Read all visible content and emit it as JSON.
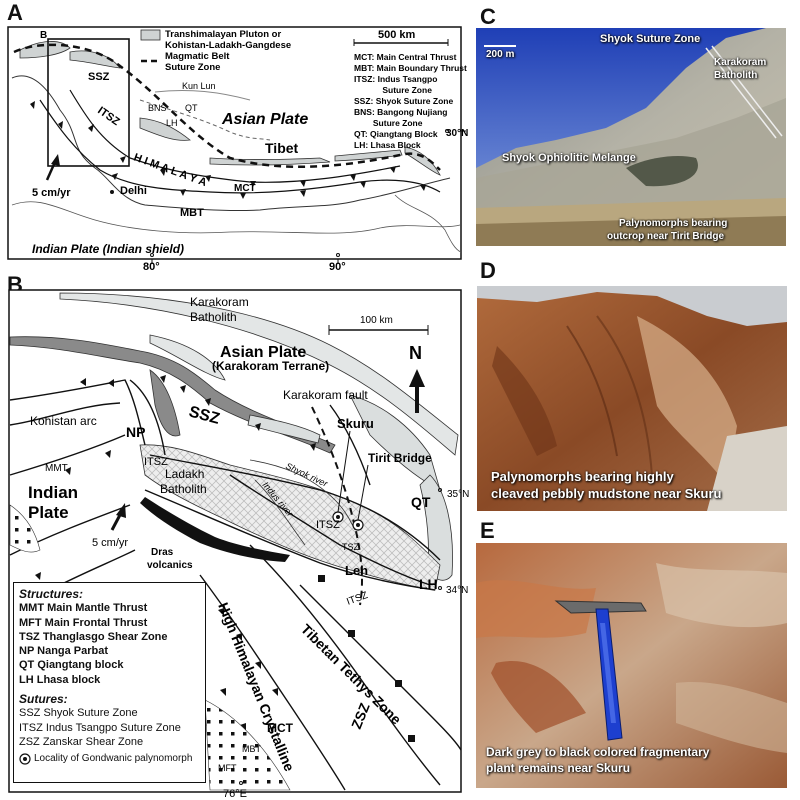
{
  "panels": {
    "a": "A",
    "b": "B",
    "c": "C",
    "d": "D",
    "e": "E"
  },
  "map_a": {
    "legend_belt": "Transhimalayan Pluton or Kohistan-Ladakh-Gangdese Magmatic Belt",
    "legend_belt_lines": [
      "Transhimalayan Pluton or",
      "Kohistan-Ladakh-Gangdese",
      "Magmatic Belt"
    ],
    "legend_suture_lines": [
      "Suture Zone"
    ],
    "scale": "500 km",
    "abbrev": [
      "MCT: Main Central Thrust",
      "MBT: Main Boundary Thrust",
      "ITSZ:   Indus Tsangpo",
      "            Suture Zone",
      "SSZ: Shyok Suture Zone",
      "BNS: Bangong Nujiang",
      "        Suture Zone",
      "QT: Qiangtang Block",
      "LH: Lhasa Block"
    ],
    "labels": {
      "b": "B",
      "ssz": "SSZ",
      "itsz": "ITSZ",
      "kun_lun": "Kun Lun",
      "bns": "BNS",
      "qt": "QT",
      "lh": "LH",
      "asian_plate": "Asian Plate",
      "tibet": "Tibet",
      "himalaya": "H I M A L A Y A",
      "mct": "MCT",
      "mbt": "MBT",
      "delhi": "Delhi",
      "velocity": "5 cm/yr",
      "indian_plate": "Indian Plate (Indian shield)",
      "lat": "30°N",
      "lon80": "80°",
      "lon90": "90°"
    }
  },
  "map_b": {
    "scale": "100 km",
    "north": "N",
    "labels": {
      "karakoram_batholith": "Karakoram Batholith",
      "karakoram_batholith_lines": [
        "Karakoram",
        "Batholith"
      ],
      "asian_plate": "Asian Plate",
      "karakoram_terrane": "(Karakoram Terrane)",
      "karakoram_fault": "Karakoram fault",
      "ssz": "SSZ",
      "skuru": "Skuru",
      "tirit_bridge": "Tirit Bridge",
      "kohistan_arc": "Kohistan arc",
      "np": "NP",
      "mmt": "MMT",
      "itsz": "ITSZ",
      "ladakh_batholith_lines": [
        "Ladakh",
        "Batholith"
      ],
      "shyok_river": "Shyok river",
      "indus_river": "Indus river",
      "itsz2": "ITSZ",
      "tsz": "TSZ",
      "qt": "QT",
      "lat35": "35°N",
      "indian_plate_lines": [
        "Indian",
        "Plate"
      ],
      "velocity": "5 cm/yr",
      "dras_lines": [
        "Dras",
        "volcanics"
      ],
      "leh": "Leh",
      "lh": "LH",
      "lat34": "34°N",
      "itsz3": "ITSZ",
      "tibetan_tethys": "Tibetan Tethys Zone",
      "high_himalayan": "High Himalayan Crystalline",
      "zsz": "ZSZ",
      "mct": "MCT",
      "mbt": "MBT",
      "mft": "MFT",
      "lon76": "76°E"
    },
    "legend": {
      "structures_head": "Structures:",
      "structures": [
        "MMT Main Mantle Thrust",
        "MFT Main Frontal Thrust",
        "TSZ Thanglasgo Shear Zone",
        "NP Nanga Parbat",
        "QT Qiangtang block",
        "LH Lhasa block"
      ],
      "sutures_head": "Sutures:",
      "sutures": [
        "SSZ Shyok Suture Zone",
        "ITSZ Indus Tsangpo Suture Zone",
        "ZSZ Zanskar Shear Zone"
      ],
      "locality": "Locality of Gondwanic palynomorph"
    }
  },
  "photo_c": {
    "scale": "200 m",
    "shyok_suture_zone": "Shyok Suture Zone",
    "karakoram_batholith_lines": [
      "Karakoram",
      "Batholith"
    ],
    "shyok_ophiolitic_melange": "Shyok Ophiolitic Melange",
    "caption_lines": [
      "Palynomorphs bearing",
      "outcrop near Tirit Bridge"
    ]
  },
  "photo_d": {
    "caption_lines": [
      "Palynomorphs bearing highly",
      "cleaved pebbly mudstone near Skuru"
    ]
  },
  "photo_e": {
    "caption_lines": [
      "Dark grey to black colored fragmentary",
      "plant remains near Skuru"
    ]
  },
  "colors": {
    "belt_fill": "#cfd3d3",
    "suture_dark": "#8a8a8a",
    "batholith_fill": "#e6e6e6",
    "dras_fill": "#111111"
  }
}
